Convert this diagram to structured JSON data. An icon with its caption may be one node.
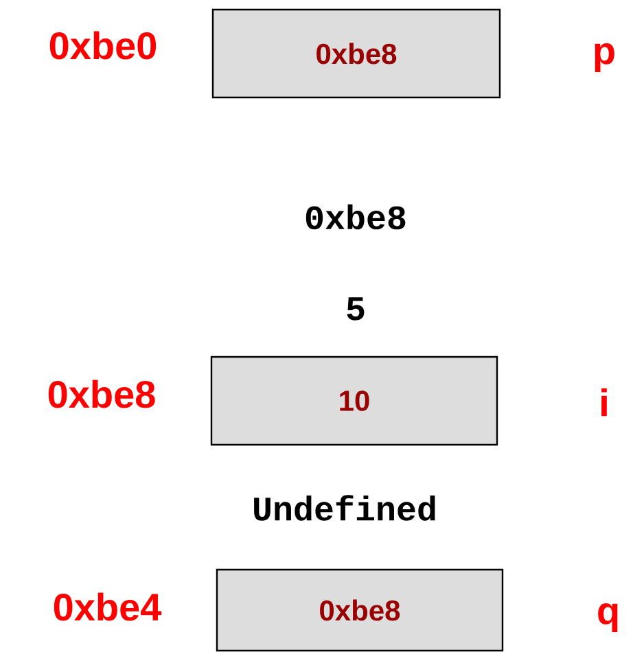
{
  "diagram": {
    "nodes": [
      {
        "text": [
          "0xbe8"
        ],
        "beside": [
          "0xbe0",
          "p"
        ]
      },
      {
        "text": [
          "10"
        ],
        "beside": [
          "0xbe8",
          "i"
        ]
      },
      {
        "text": [
          "0xbe8"
        ],
        "beside": [
          "0xbe4",
          "q"
        ]
      }
    ],
    "labels": [
      "0xbe8",
      "5",
      "Undefined"
    ]
  }
}
